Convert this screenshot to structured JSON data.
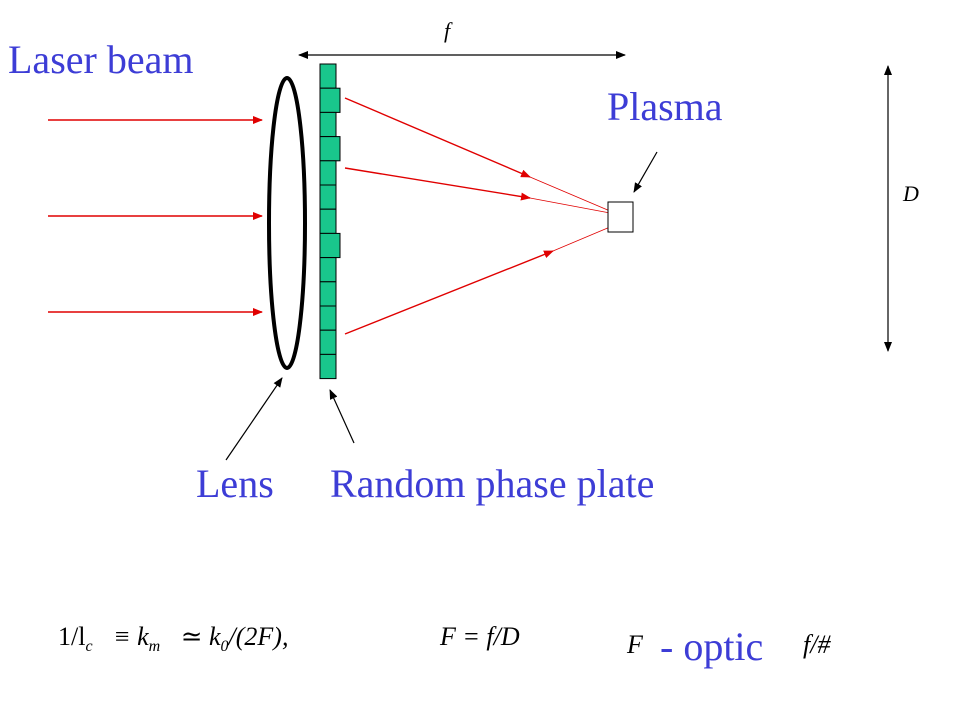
{
  "diagram": {
    "labels": {
      "laser_beam": "Laser beam",
      "plasma": "Plasma",
      "lens": "Lens",
      "random_phase_plate": "Random phase plate",
      "focal_length": "f",
      "diameter": "D"
    },
    "formulas": {
      "coherence_length": "1/l",
      "coherence_sub": "c",
      "equiv": "≡ k",
      "k_sub": "m",
      "approx": "≃ k",
      "k0_sub": "0",
      "k0_rest": "/(2F),",
      "f_number_def": "F = f/D",
      "f_symbol": "F",
      "optic_text": "- optic",
      "f_hash": "f/#"
    },
    "colors": {
      "ray": "#e00000",
      "plate_cell": "#19c68c",
      "label_blue": "#3d3dd6",
      "outline": "#000000"
    }
  }
}
